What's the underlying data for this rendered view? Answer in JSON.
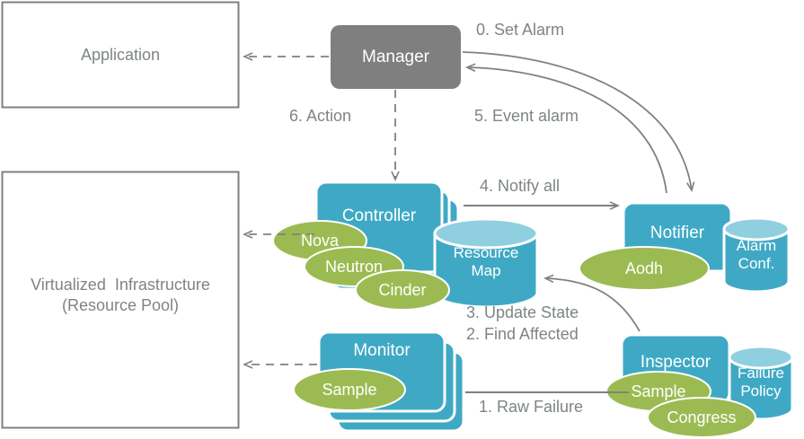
{
  "diagram": {
    "title": "OpenStack Doctor fault management architecture flow",
    "colors": {
      "box_stroke": "#808080",
      "box_fill": "#ffffff",
      "manager_fill": "#7f7f7f",
      "service_fill": "#3fa9c5",
      "service_stack_fill": "#3fa9c5",
      "cylinder_body": "#3fa9c5",
      "cylinder_top": "#8fcfe0",
      "pill_fill": "#9bbb52",
      "arrow_stroke": "#808080",
      "text_gray": "#7e8487",
      "text_white": "#ffffff"
    },
    "plain_boxes": [
      {
        "id": "application",
        "label": "Application"
      },
      {
        "id": "infrastructure",
        "label": "Virtualized  Infrastructure\n(Resource Pool)"
      }
    ],
    "manager": {
      "label": "Manager"
    },
    "services": [
      {
        "id": "controller",
        "label": "Controller",
        "stack": 2
      },
      {
        "id": "monitor",
        "label": "Monitor",
        "stack": 3
      },
      {
        "id": "notifier",
        "label": "Notifier",
        "stack": 1
      },
      {
        "id": "inspector",
        "label": "Inspector",
        "stack": 1
      }
    ],
    "cylinders": [
      {
        "id": "resource-map",
        "label": "Resource\nMap"
      },
      {
        "id": "alarm-conf",
        "label": "Alarm\nConf."
      },
      {
        "id": "failure-policy",
        "label": "Failure\nPolicy"
      }
    ],
    "pills": [
      {
        "id": "nova",
        "label": "Nova",
        "attached_to": "controller"
      },
      {
        "id": "neutron",
        "label": "Neutron",
        "attached_to": "controller"
      },
      {
        "id": "cinder",
        "label": "Cinder",
        "attached_to": "controller"
      },
      {
        "id": "sample-monitor",
        "label": "Sample",
        "attached_to": "monitor"
      },
      {
        "id": "aodh",
        "label": "Aodh",
        "attached_to": "notifier"
      },
      {
        "id": "sample-inspector",
        "label": "Sample",
        "attached_to": "inspector"
      },
      {
        "id": "congress",
        "label": "Congress",
        "attached_to": "inspector"
      }
    ],
    "flow_labels": [
      {
        "id": "step-0",
        "label": "0. Set Alarm"
      },
      {
        "id": "step-1",
        "label": "1. Raw Failure"
      },
      {
        "id": "step-2",
        "label": "2. Find Affected"
      },
      {
        "id": "step-3",
        "label": "3. Update State"
      },
      {
        "id": "step-4",
        "label": "4. Notify all"
      },
      {
        "id": "step-5",
        "label": "5. Event alarm"
      },
      {
        "id": "step-6",
        "label": "6. Action"
      }
    ],
    "connections": [
      {
        "id": "manager-to-application",
        "from": "Manager",
        "to": "Application",
        "style": "dashed",
        "label": ""
      },
      {
        "id": "manager-to-controller",
        "from": "Manager",
        "to": "Controller",
        "style": "dashed",
        "label": "6. Action"
      },
      {
        "id": "manager-to-notifier",
        "from": "Manager",
        "to": "Notifier",
        "style": "curved-solid",
        "label": "0. Set Alarm"
      },
      {
        "id": "notifier-to-manager",
        "from": "Notifier",
        "to": "Manager",
        "style": "curved-solid",
        "label": "5. Event alarm"
      },
      {
        "id": "controller-to-notifier",
        "from": "Controller",
        "to": "Notifier",
        "style": "solid",
        "label": "4. Notify all"
      },
      {
        "id": "inspector-to-resource-map",
        "from": "Inspector",
        "to": "Resource Map",
        "style": "curved-solid",
        "label": "3. Update State / 2. Find Affected"
      },
      {
        "id": "monitor-to-inspector",
        "from": "Monitor",
        "to": "Inspector",
        "style": "solid-no-arrow",
        "label": "1. Raw Failure"
      },
      {
        "id": "controller-to-infrastructure",
        "from": "Controller",
        "to": "Virtualized Infrastructure",
        "style": "dashed",
        "label": ""
      },
      {
        "id": "monitor-to-infrastructure",
        "from": "Monitor",
        "to": "Virtualized Infrastructure",
        "style": "dashed",
        "label": ""
      }
    ]
  }
}
